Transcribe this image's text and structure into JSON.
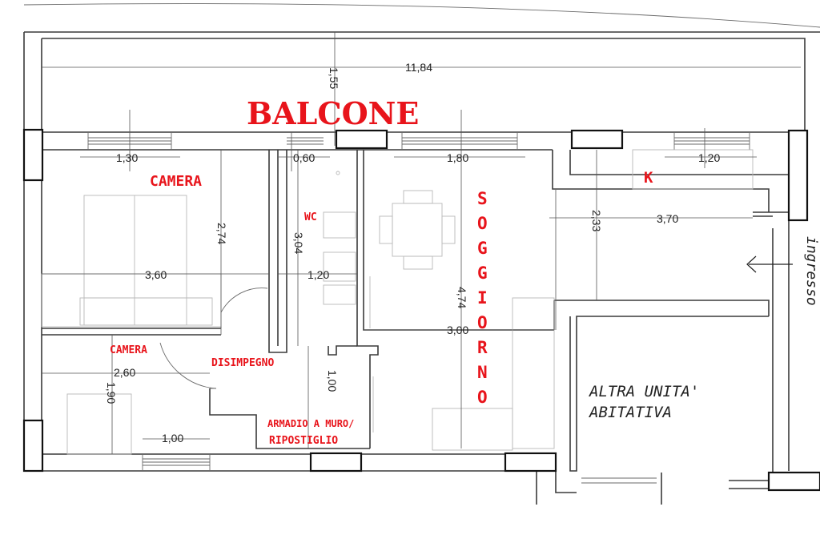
{
  "labels": {
    "balcone": "BALCONE",
    "camera": "CAMERA",
    "camera_small": "CAMERA",
    "wc": "WC",
    "k": "K",
    "disimpegno": "DISIMPEGNO",
    "armadio": "ARMADIO A MURO/",
    "ripostiglio": "RIPOSTIGLIO",
    "soggiorno": [
      "S",
      "O",
      "G",
      "G",
      "I",
      "O",
      "R",
      "N",
      "O"
    ],
    "altra_1": "ALTRA UNITA'",
    "altra_2": "ABITATIVA",
    "ingresso": "ingresso"
  },
  "dimensions": {
    "total_width": "11,84",
    "balcony_depth": "1,55",
    "win_camera": "1,30",
    "win_wc": "0,60",
    "win_soggiorno": "1,80",
    "win_k": "1,20",
    "camera_depth": "2,74",
    "wc_depth": "3,04",
    "k_depth": "2,33",
    "entry_width": "3,70",
    "camera_width": "3,60",
    "wc_width": "1,20",
    "soggiorno_depth": "4,74",
    "soggiorno_width": "3,00",
    "camera2_width": "2,60",
    "camera2_depth": "1,90",
    "disimpegno_depth": "1,00",
    "win_camera2": "1,00"
  }
}
